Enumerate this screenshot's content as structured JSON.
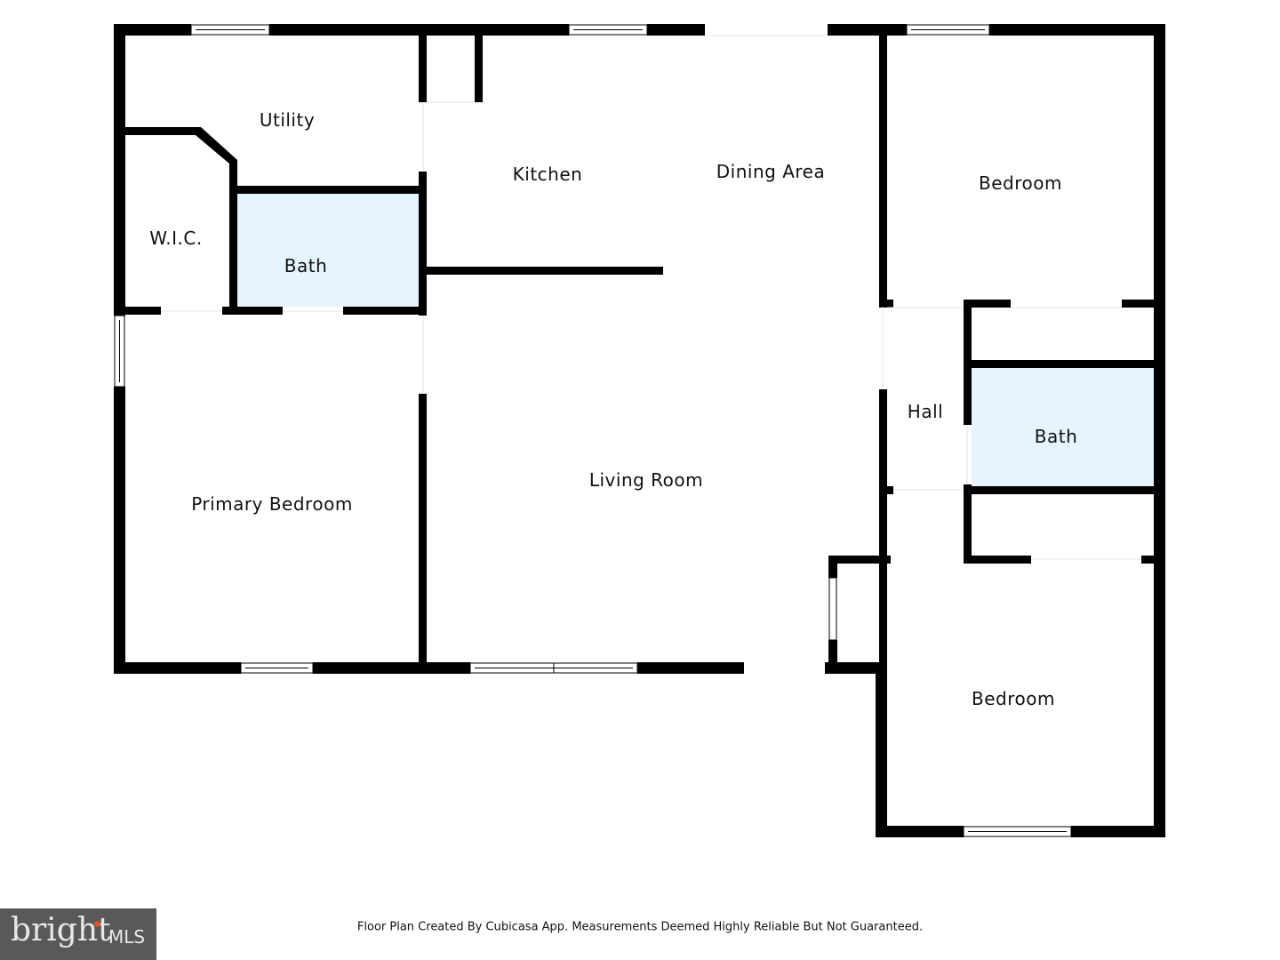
{
  "rooms": {
    "utility": "Utility",
    "kitchen": "Kitchen",
    "dining": "Dining Area",
    "bedroom_top": "Bedroom",
    "wic": "W.I.C.",
    "bath_primary": "Bath",
    "hall": "Hall",
    "bath_hall": "Bath",
    "living": "Living Room",
    "primary_bedroom": "Primary Bedroom",
    "bedroom_bottom": "Bedroom"
  },
  "footer": "Floor Plan Created By Cubicasa App. Measurements Deemed Highly Reliable But Not Guaranteed.",
  "logo": {
    "brand": "bright",
    "suffix": "MLS"
  },
  "colors": {
    "wall": "#000000",
    "bath_fill": "#e6f4fd",
    "logo_bg": "#595959"
  }
}
